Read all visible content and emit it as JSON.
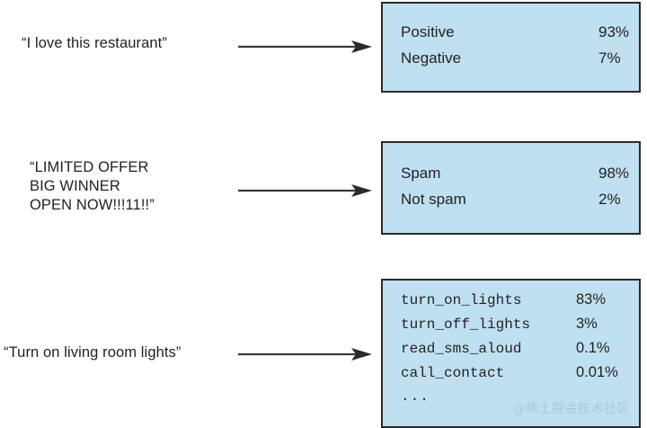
{
  "figure": {
    "title": "classifier-output-examples",
    "box_fill_color": "#bfe0f0",
    "box_border_color": "#2a2a2a",
    "text_color": "#231f20",
    "arrow_icon": "right-arrow-icon"
  },
  "examples": [
    {
      "input_text": "“I love this restaurant”",
      "arrow_label": "maps-to-arrow",
      "output": {
        "font": "sans",
        "rows": [
          {
            "label": "Positive",
            "value": "93%"
          },
          {
            "label": "Negative",
            "value": "7%"
          }
        ]
      }
    },
    {
      "input_text": "“LIMITED OFFER\nBIG WINNER\nOPEN NOW!!!11!!”",
      "arrow_label": "maps-to-arrow",
      "output": {
        "font": "sans",
        "rows": [
          {
            "label": "Spam",
            "value": "98%"
          },
          {
            "label": "Not spam",
            "value": "2%"
          }
        ]
      }
    },
    {
      "input_text": "“Turn on living room lights”",
      "arrow_label": "maps-to-arrow",
      "output": {
        "font": "mono",
        "rows": [
          {
            "label": "turn_on_lights",
            "value": "83%"
          },
          {
            "label": "turn_off_lights",
            "value": "3%"
          },
          {
            "label": "read_sms_aloud",
            "value": "0.1%"
          },
          {
            "label": "call_contact",
            "value": "0.01%"
          },
          {
            "label": "...",
            "value": ""
          }
        ]
      }
    }
  ],
  "watermark": {
    "text": "@稀土掘金技术社区"
  }
}
